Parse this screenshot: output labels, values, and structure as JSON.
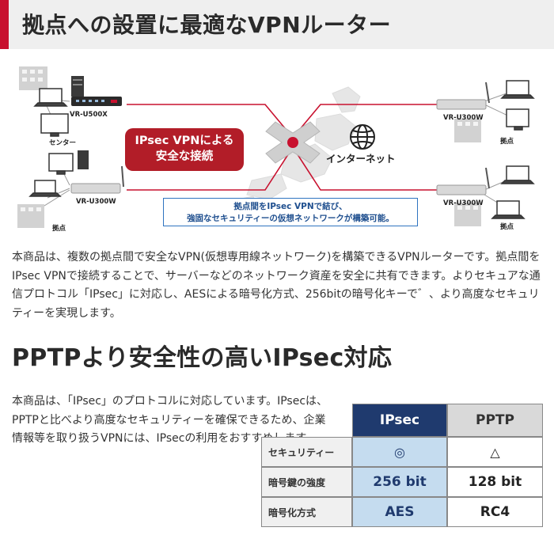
{
  "header": {
    "title": "拠点への設置に最適なVPNルーター"
  },
  "diagram": {
    "router_center": "VR-U500X",
    "router_left_bottom": "VR-U300W",
    "router_right_top": "VR-U300W",
    "router_right_bottom": "VR-U300W",
    "label_center": "センター",
    "label_left_bottom": "拠点",
    "label_right_top": "拠点",
    "label_right_bottom": "拠点",
    "callout_line1": "IPsec VPNによる",
    "callout_line2": "安全な接続",
    "internet_label": "インターネット",
    "info_line1": "拠点間をIPsec VPNで結び、",
    "info_line2": "強固なセキュリティーの仮想ネットワークが構築可能。",
    "colors": {
      "accent_red": "#b21d28",
      "link_line": "#c8102e",
      "info_border": "#2f74c0"
    }
  },
  "intro": {
    "text": "本商品は、複数の拠点間で安全なVPN(仮想専用線ネットワーク)を構築できるVPNルーターです。拠点間をIPsec VPNで接続することで、サーバーなどのネットワーク資産を安全に共有できます。よりセキュアな通信プロトコル「IPsec」に対応し、AESによる暗号化方式、256bitの暗号化キーで゛、より高度なセキュリティーを実現します。"
  },
  "section2": {
    "heading": "PPTPより安全性の高いIPsec対応",
    "text": "本商品は、「IPsec」のプロトコルに対応しています。IPsecは、PPTPと比べより高度なセキュリティーを確保できるため、企業情報等を取り扱うVPNには、IPsecの利用をおすすめします。"
  },
  "comparison": {
    "col_ipsec": "IPsec",
    "col_pptp": "PPTP",
    "rows": [
      {
        "label": "セキュリティー",
        "ipsec": "◎",
        "pptp": "△"
      },
      {
        "label": "暗号鍵の強度",
        "ipsec": "256 bit",
        "pptp": "128 bit"
      },
      {
        "label": "暗号化方式",
        "ipsec": "AES",
        "pptp": "RC4"
      }
    ],
    "colors": {
      "ipsec_header": "#1f3a6e",
      "ipsec_cell": "#c5dcef",
      "pptp_header": "#d9d9d9"
    }
  }
}
